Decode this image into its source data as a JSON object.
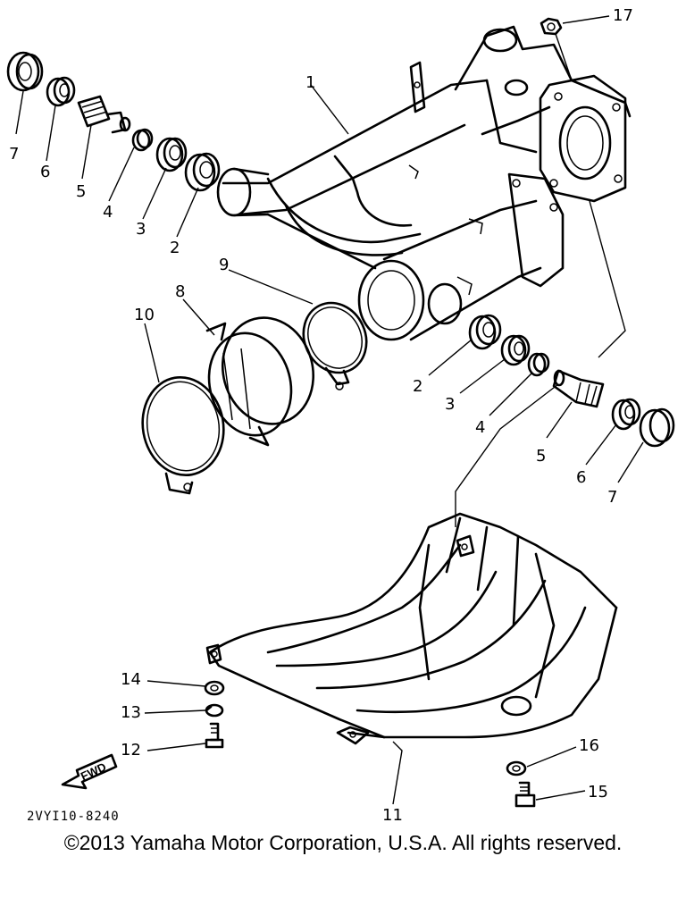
{
  "diagram": {
    "part_numbers": {
      "p17": "17",
      "p1": "1",
      "p7a": "7",
      "p6a": "6",
      "p5a": "5",
      "p4a": "4",
      "p3a": "3",
      "p2a": "2",
      "p9": "9",
      "p8": "8",
      "p10": "10",
      "p2b": "2",
      "p3b": "3",
      "p4b": "4",
      "p5b": "5",
      "p6b": "6",
      "p7b": "7",
      "p14": "14",
      "p13": "13",
      "p12": "12",
      "p16": "16",
      "p15": "15",
      "p11": "11"
    },
    "fwd_label": "FWD",
    "diagram_code": "2VYI10-8240",
    "copyright": "©2013 Yamaha Motor Corporation, U.S.A. All rights reserved."
  }
}
